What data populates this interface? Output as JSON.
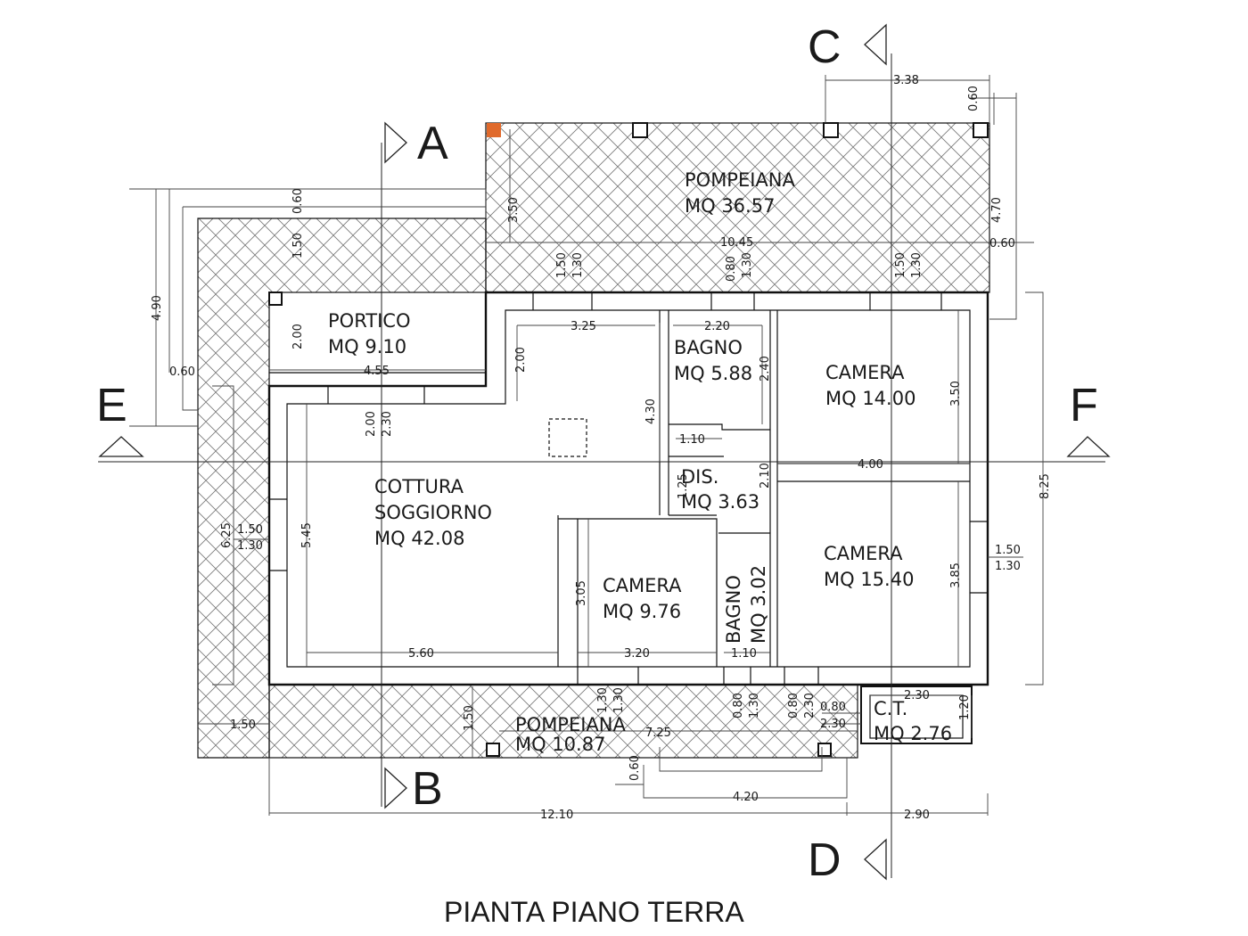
{
  "title": "PIANTA PIANO TERRA",
  "accent_color": "#e06a2c",
  "sections": [
    "A",
    "B",
    "C",
    "D",
    "E",
    "F"
  ],
  "rooms": {
    "pompeiana_top": {
      "name": "POMPEIANA",
      "area": "MQ 36.57"
    },
    "portico": {
      "name": "PORTICO",
      "area": "MQ 9.10"
    },
    "bagno1": {
      "name": "BAGNO",
      "area": "MQ 5.88"
    },
    "camera1": {
      "name": "CAMERA",
      "area": "MQ 14.00"
    },
    "soggiorno": {
      "line1": "COTTURA",
      "line2": "SOGGIORNO",
      "area": "MQ 42.08"
    },
    "dis": {
      "name": "DIS.",
      "area": "MQ 3.63"
    },
    "camera2": {
      "name": "CAMERA",
      "area": "MQ 15.40"
    },
    "camera3": {
      "name": "CAMERA",
      "area": "MQ 9.76"
    },
    "bagno2": {
      "name": "BAGNO",
      "area": "MQ 3.02"
    },
    "pompeiana_bottom": {
      "name": "POMPEIANA",
      "area": "MQ 10.87"
    },
    "ct": {
      "name": "C.T.",
      "area": "MQ 2.76"
    }
  },
  "dimensions": {
    "d338": "3.38",
    "d060a": "0.60",
    "d350": "3.50",
    "d470": "4.70",
    "d1045": "10.45",
    "d060b": "0.60",
    "d060c": "0.60",
    "d150a": "1.50",
    "d490": "4.90",
    "d150b": "1.50",
    "d130a": "1.30",
    "d080a": "0.80",
    "d130b": "1.30",
    "d150c": "1.50",
    "d130c": "1.30",
    "d200a": "2.00",
    "d455": "4.55",
    "d060d": "0.60",
    "d325": "3.25",
    "d220": "2.20",
    "d200b": "2.00",
    "d430": "4.30",
    "d240": "2.40",
    "d350b": "3.50",
    "d110a": "1.10",
    "d200c": "2.00",
    "d230a": "2.30",
    "d400": "4.00",
    "d125": "1.25",
    "d210": "2.10",
    "d825": "8.25",
    "d625": "6.25",
    "d150d": "1.50",
    "d130d": "1.30",
    "d545": "5.45",
    "d150e": "1.50",
    "d130e": "1.30",
    "d305": "3.05",
    "d385": "3.85",
    "d560": "5.60",
    "d320": "3.20",
    "d110b": "1.10",
    "d230b": "2.30",
    "d130f": "1.30",
    "d130g": "1.30",
    "d080b": "0.80",
    "d130h": "1.30",
    "d080c": "0.80",
    "d230c": "2.30",
    "d080d": "0.80",
    "d230d": "2.30",
    "d120": "1.20",
    "d150f": "1.50",
    "d150g": "1.50",
    "d725": "7.25",
    "d060e": "0.60",
    "d420": "4.20",
    "d1210": "12.10",
    "d290": "2.90"
  }
}
